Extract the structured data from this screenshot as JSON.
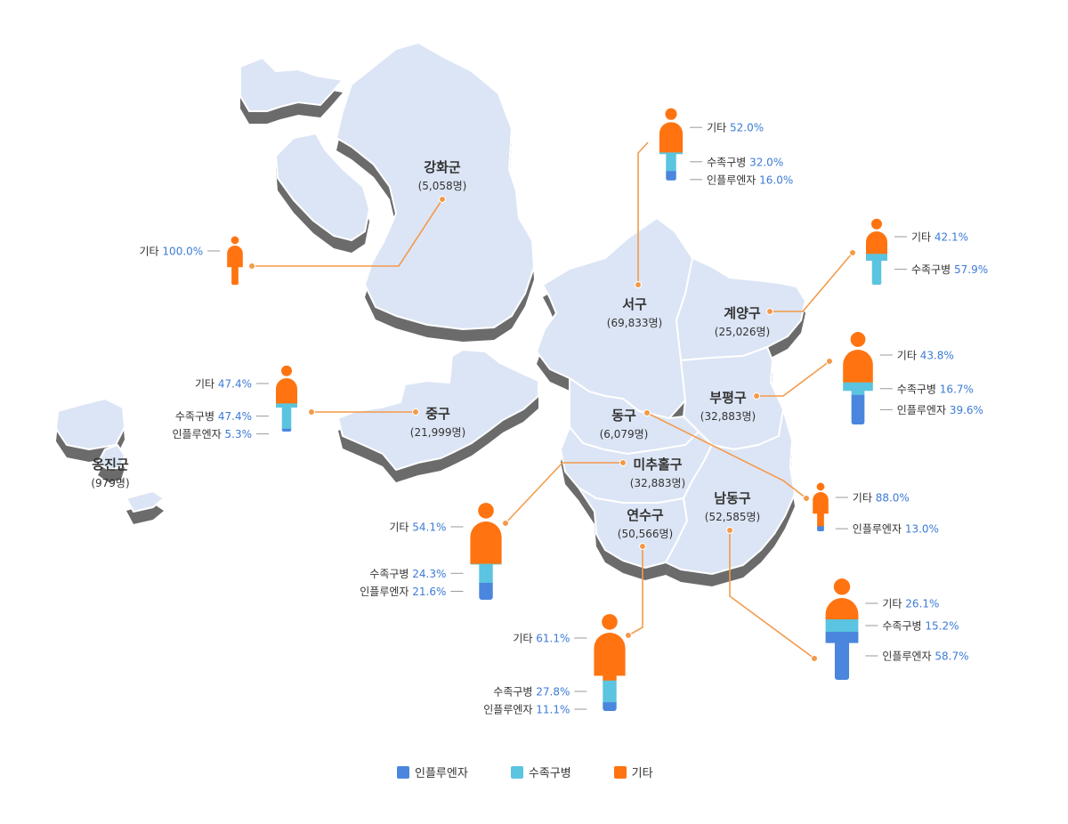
{
  "colors": {
    "influenza": "#4a86dd",
    "cholera": "#5bc4e0",
    "other": "#ff7410",
    "land": "#dce5f5",
    "land_shadow": "#6b6b6b",
    "land_border": "#ffffff",
    "leader": "#f39a4a",
    "pct_text": "#3d7bd6",
    "label_text": "#333333"
  },
  "categories": {
    "influenza": "인플루엔자",
    "cholera": "수족구병",
    "other": "기타"
  },
  "legend": [
    "인플루엔자",
    "수족구병",
    "기타"
  ],
  "districts": [
    {
      "id": "ganghwa",
      "name": "강화군",
      "count": "(5,058명)",
      "stats": [
        {
          "label": "기타",
          "value": 100.0
        }
      ]
    },
    {
      "id": "seo",
      "name": "서구",
      "count": "(69,833명)",
      "stats": [
        {
          "label": "기타",
          "value": 52.0
        },
        {
          "label": "수족구병",
          "value": 32.0
        },
        {
          "label": "인플루엔자",
          "value": 16.0
        }
      ]
    },
    {
      "id": "gyeyang",
      "name": "계양구",
      "count": "(25,026명)",
      "stats": [
        {
          "label": "기타",
          "value": 42.1
        },
        {
          "label": "수족구병",
          "value": 57.9
        }
      ]
    },
    {
      "id": "bupyeong",
      "name": "부평구",
      "count": "(32,883명)",
      "stats": [
        {
          "label": "기타",
          "value": 43.8
        },
        {
          "label": "수족구병",
          "value": 16.7
        },
        {
          "label": "인플루엔자",
          "value": 39.6
        }
      ]
    },
    {
      "id": "jung",
      "name": "중구",
      "count": "(21,999명)",
      "stats": [
        {
          "label": "기타",
          "value": 47.4
        },
        {
          "label": "수족구병",
          "value": 47.4
        },
        {
          "label": "인플루엔자",
          "value": 5.3
        }
      ]
    },
    {
      "id": "dong",
      "name": "동구",
      "count": "(6,079명)",
      "stats": [
        {
          "label": "기타",
          "value": 88.0
        },
        {
          "label": "인플루엔자",
          "value": 13.0
        }
      ]
    },
    {
      "id": "michuhol",
      "name": "미추홀구",
      "count": "(32,883명)",
      "stats": [
        {
          "label": "기타",
          "value": 54.1
        },
        {
          "label": "수족구병",
          "value": 24.3
        },
        {
          "label": "인플루엔자",
          "value": 21.6
        }
      ]
    },
    {
      "id": "yeonsu",
      "name": "연수구",
      "count": "(50,566명)",
      "stats": [
        {
          "label": "기타",
          "value": 61.1
        },
        {
          "label": "수족구병",
          "value": 27.8
        },
        {
          "label": "인플루엔자",
          "value": 11.1
        }
      ]
    },
    {
      "id": "namdong",
      "name": "남동구",
      "count": "(52,585명)",
      "stats": [
        {
          "label": "기타",
          "value": 26.1
        },
        {
          "label": "수족구병",
          "value": 15.2
        },
        {
          "label": "인플루엔자",
          "value": 58.7
        }
      ]
    },
    {
      "id": "ongjin",
      "name": "옹진군",
      "count": "(979명)",
      "stats": []
    }
  ]
}
